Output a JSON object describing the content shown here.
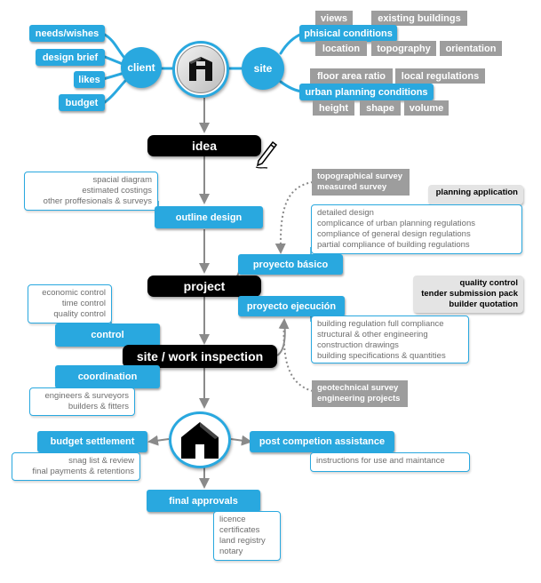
{
  "top": {
    "client": "client",
    "site": "site",
    "needs": "needs/wishes",
    "brief": "design brief",
    "likes": "likes",
    "budget": "budget",
    "views": "views",
    "existing": "existing buildings",
    "phisical": "phisical conditions",
    "location": "location",
    "topography": "topography",
    "orientation": "orientation",
    "far": "floor area ratio",
    "regs": "local regulations",
    "urban": "urban planning conditions",
    "height": "height",
    "shape": "shape",
    "volume": "volume"
  },
  "stages": {
    "idea": "idea",
    "project": "project",
    "inspection": "site / work inspection"
  },
  "outline": {
    "label": "outline design",
    "notes": [
      "spacial diagram",
      "estimated costings",
      "other proffesionals & surveys"
    ]
  },
  "basico": {
    "label": "proyecto básico",
    "survey": [
      "topographical survey",
      "measured survey"
    ],
    "planning": "planning application",
    "notes": [
      "detailed design",
      "complicance of urban planning regulations",
      "compliance of general design regulations",
      "partial compliance of building regulations"
    ]
  },
  "ejecucion": {
    "label": "proyecto ejecución",
    "quality": [
      "quality control",
      "tender submission pack",
      "builder quotation"
    ],
    "notes": [
      "building regulation full compliance",
      "structural & other engineering",
      "construction drawings",
      "building specifications & quantities"
    ],
    "geo": [
      "geotechnical survey",
      "engineering projects"
    ]
  },
  "control": {
    "label": "control",
    "notes": [
      "economic control",
      "time control",
      "quality control"
    ]
  },
  "coordination": {
    "label": "coordination",
    "notes": [
      "engineers & surveyors",
      "builders & fitters"
    ]
  },
  "settlement": {
    "label": "budget settlement",
    "notes": [
      "snag list & review",
      "final payments & retentions"
    ]
  },
  "postcomp": {
    "label": "post competion assistance",
    "notes": [
      "instructions for use and maintance"
    ]
  },
  "approvals": {
    "label": "final approvals",
    "notes": [
      "licence",
      "certificates",
      "land registry",
      "notary"
    ]
  },
  "colors": {
    "accent": "#29a8df",
    "grey": "#9d9d9d",
    "black": "#000000"
  },
  "icons": [
    "architect-logo-icon",
    "pencil-icon",
    "house-icon"
  ]
}
